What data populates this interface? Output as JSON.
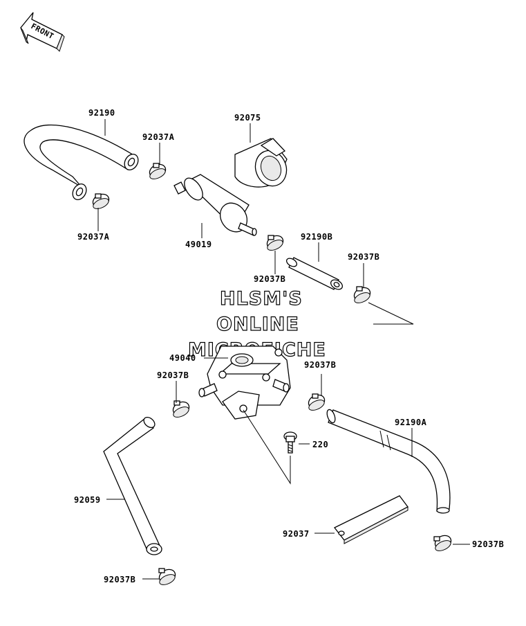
{
  "front_arrow": {
    "label": "FRONT"
  },
  "watermark": {
    "line1": "HLSM'S",
    "line2": "ONLINE",
    "line3": "MICROFICHE"
  },
  "labels": {
    "p92190": "92190",
    "p92037A_top": "92037A",
    "p92075": "92075",
    "p92037A_left": "92037A",
    "p49019": "49019",
    "p92190B": "92190B",
    "p92037B_mid": "92037B",
    "p92037B_right_top": "92037B",
    "p49040": "49040",
    "p92037B_left": "92037B",
    "p92037B_pump_right": "92037B",
    "p92190A": "92190A",
    "p220": "220",
    "p92059": "92059",
    "p92037": "92037",
    "p92037B_bottom_right": "92037B",
    "p92037B_bottom_left": "92037B"
  }
}
